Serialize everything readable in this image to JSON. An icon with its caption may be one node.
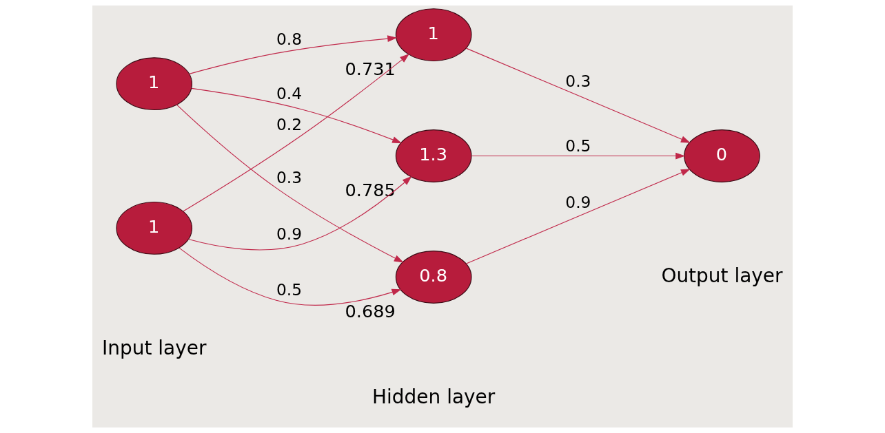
{
  "diagram": {
    "nodes": [
      {
        "text": [
          "1"
        ]
      },
      {
        "text": [
          "1"
        ]
      },
      {
        "text": [
          "1"
        ],
        "beside": [
          "0.731"
        ]
      },
      {
        "text": [
          "1.3"
        ],
        "beside": [
          "0.785"
        ]
      },
      {
        "text": [
          "0.8"
        ],
        "beside": [
          "0.689"
        ]
      },
      {
        "text": [
          "0"
        ]
      }
    ],
    "edges": [
      {
        "from": 0,
        "to": 2,
        "arrow": "to",
        "label": "0.8"
      },
      {
        "from": 0,
        "to": 3,
        "arrow": "to",
        "label": "0.4"
      },
      {
        "from": 0,
        "to": 4,
        "arrow": "to",
        "label": "0.3"
      },
      {
        "from": 1,
        "to": 2,
        "arrow": "to",
        "label": "0.2"
      },
      {
        "from": 1,
        "to": 3,
        "arrow": "to",
        "label": "0.9"
      },
      {
        "from": 1,
        "to": 4,
        "arrow": "to",
        "label": "0.5"
      },
      {
        "from": 2,
        "to": 5,
        "arrow": "to",
        "label": "0.3"
      },
      {
        "from": 3,
        "to": 5,
        "arrow": "to",
        "label": "0.5"
      },
      {
        "from": 4,
        "to": 5,
        "arrow": "to",
        "label": "0.9"
      }
    ],
    "labels": [
      "Input layer",
      "Hidden layer",
      "Output layer"
    ]
  }
}
